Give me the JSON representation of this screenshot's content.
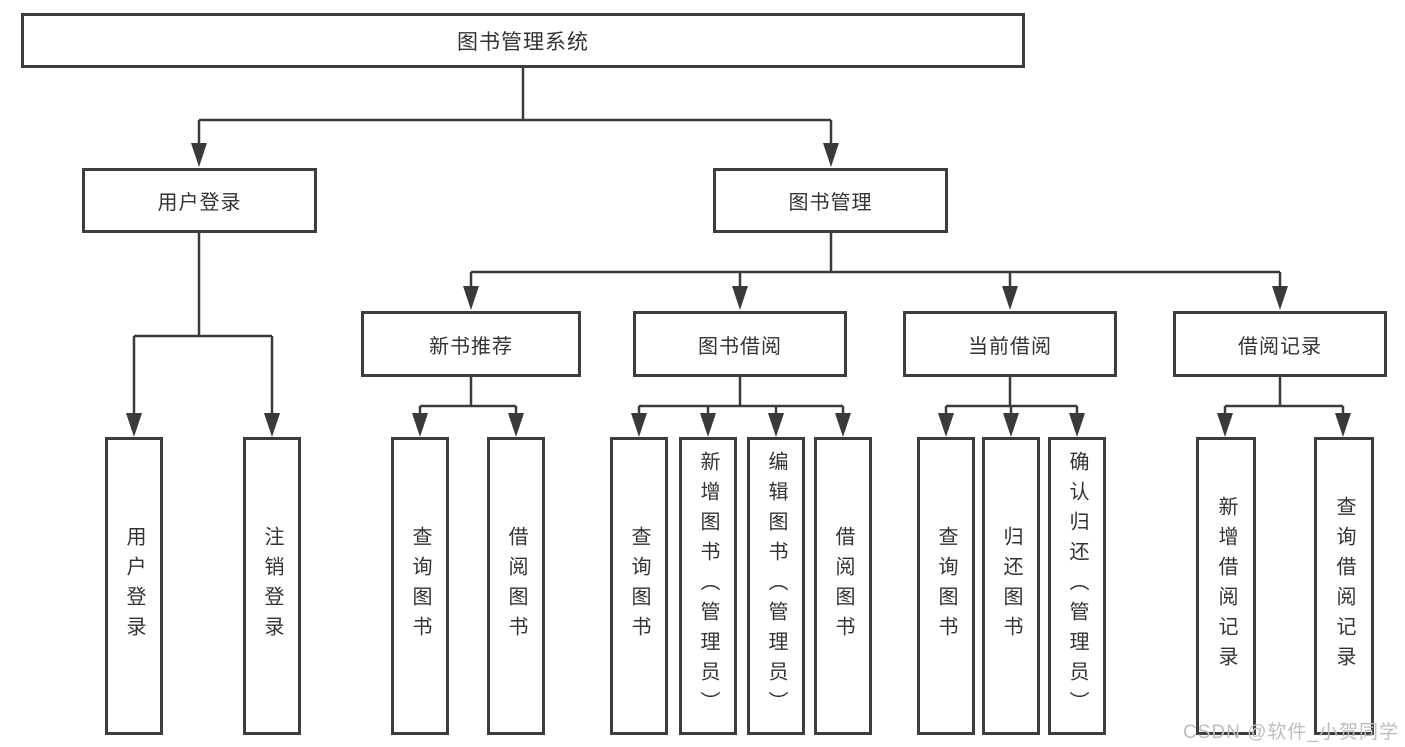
{
  "diagram": {
    "root": {
      "label": "图书管理系统"
    },
    "level2": [
      {
        "label": "用户登录"
      },
      {
        "label": "图书管理"
      }
    ],
    "level3": [
      {
        "label": "新书推荐"
      },
      {
        "label": "图书借阅"
      },
      {
        "label": "当前借阅"
      },
      {
        "label": "借阅记录"
      }
    ],
    "leaves": {
      "login": [
        "用户登录",
        "注销登录"
      ],
      "recommend": [
        "查询图书",
        "借阅图书"
      ],
      "borrow": [
        "查询图书",
        "新增图书（管理员）",
        "编辑图书（管理员）",
        "借阅图书"
      ],
      "current": [
        "查询图书",
        "归还图书",
        "确认归还（管理员）"
      ],
      "records": [
        "新增借阅记录",
        "查询借阅记录"
      ]
    },
    "colors": {
      "line": "#3a3a3a",
      "border": "#3d3d3d",
      "text": "#333333",
      "watermark": "#bdbdbd"
    }
  },
  "watermark": {
    "text": "CSDN @软件_小贺同学"
  }
}
